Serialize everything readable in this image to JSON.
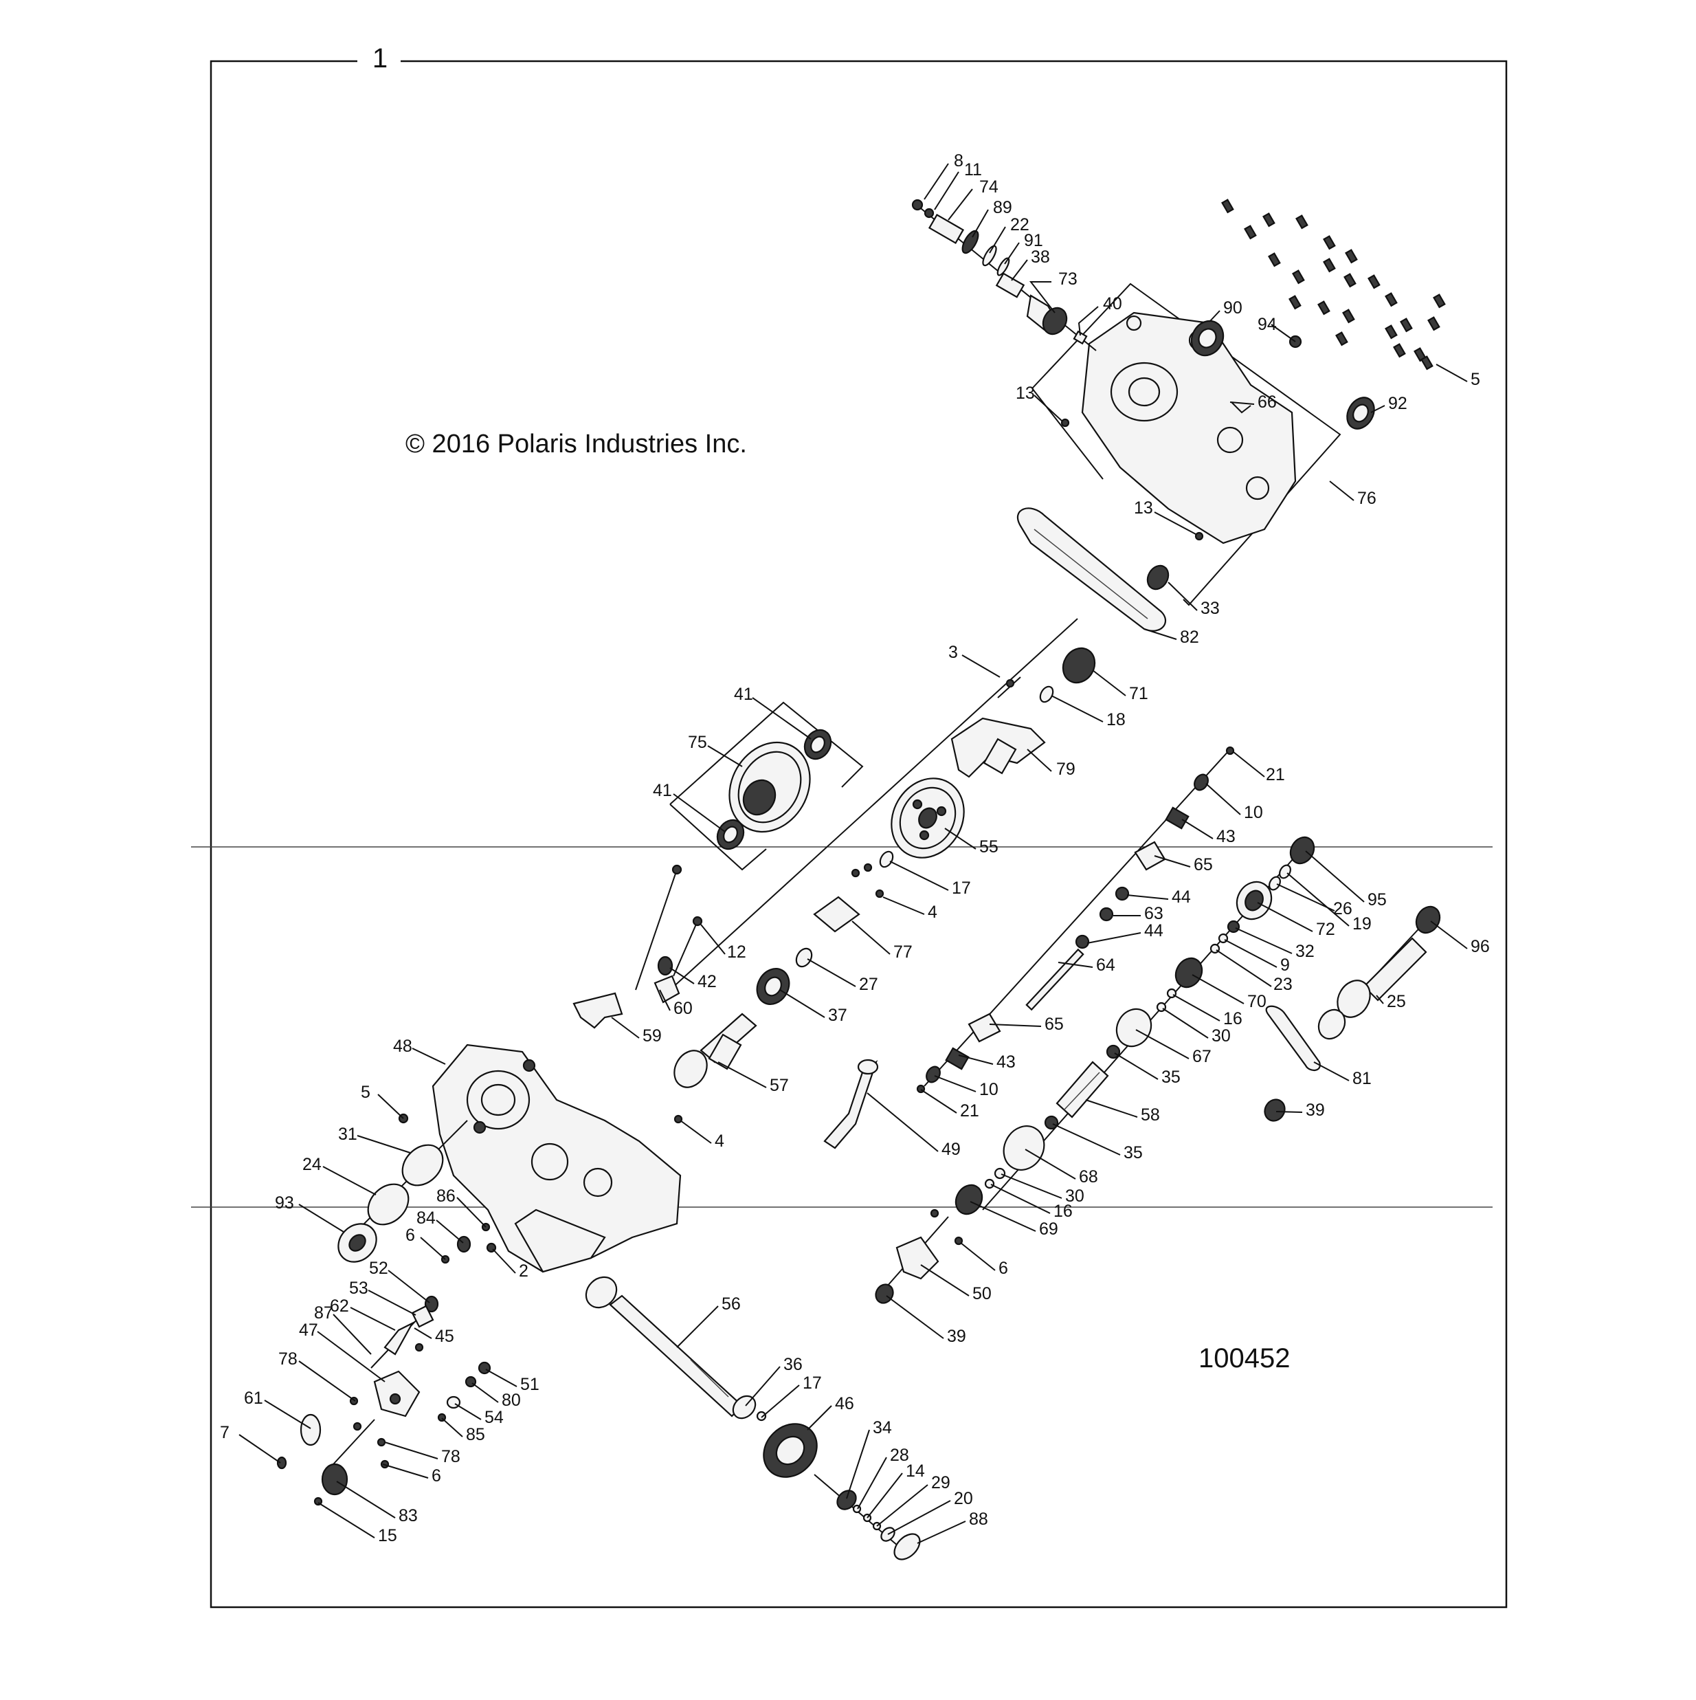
{
  "diagram": {
    "assembly_number": "1",
    "copyright": "© 2016 Polaris Industries Inc.",
    "drawing_id": "100452",
    "callouts": [
      "8",
      "11",
      "74",
      "89",
      "22",
      "91",
      "38",
      "73",
      "40",
      "90",
      "94",
      "5",
      "13",
      "66",
      "92",
      "76",
      "13",
      "33",
      "82",
      "3",
      "71",
      "18",
      "79",
      "41",
      "75",
      "41",
      "55",
      "17",
      "4",
      "77",
      "27",
      "37",
      "12",
      "42",
      "60",
      "59",
      "57",
      "21",
      "10",
      "43",
      "65",
      "44",
      "63",
      "44",
      "64",
      "65",
      "43",
      "10",
      "21",
      "49",
      "95",
      "19",
      "26",
      "72",
      "32",
      "9",
      "23",
      "70",
      "16",
      "30",
      "67",
      "35",
      "58",
      "35",
      "68",
      "30",
      "16",
      "69",
      "6",
      "50",
      "39",
      "96",
      "25",
      "81",
      "39",
      "48",
      "5",
      "31",
      "24",
      "93",
      "4",
      "86",
      "84",
      "6",
      "2",
      "52",
      "53",
      "62",
      "45",
      "87",
      "47",
      "51",
      "80",
      "54",
      "85",
      "78",
      "78",
      "61",
      "7",
      "6",
      "83",
      "15",
      "56",
      "36",
      "17",
      "46",
      "34",
      "28",
      "14",
      "29",
      "20",
      "88"
    ]
  }
}
